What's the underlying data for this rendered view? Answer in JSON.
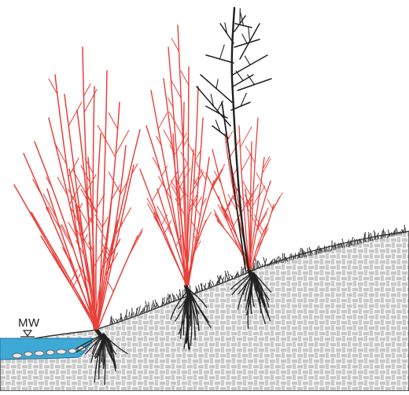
{
  "water_level_label": "MW",
  "colors": {
    "new_growth": "#e8403a",
    "old_wood": "#1f1f1f",
    "water": "#3fa9d6",
    "water_edge": "#1d6f95",
    "soil_hatch": "#9a9a9a",
    "soil_fill": "#f4f4f4",
    "outline": "#333333"
  },
  "elements": {
    "shrub_left": "pruned-shrub-regrowth",
    "shrub_middle": "pruned-shrub-regrowth",
    "shrub_right": "shrub-with-old-stem"
  }
}
